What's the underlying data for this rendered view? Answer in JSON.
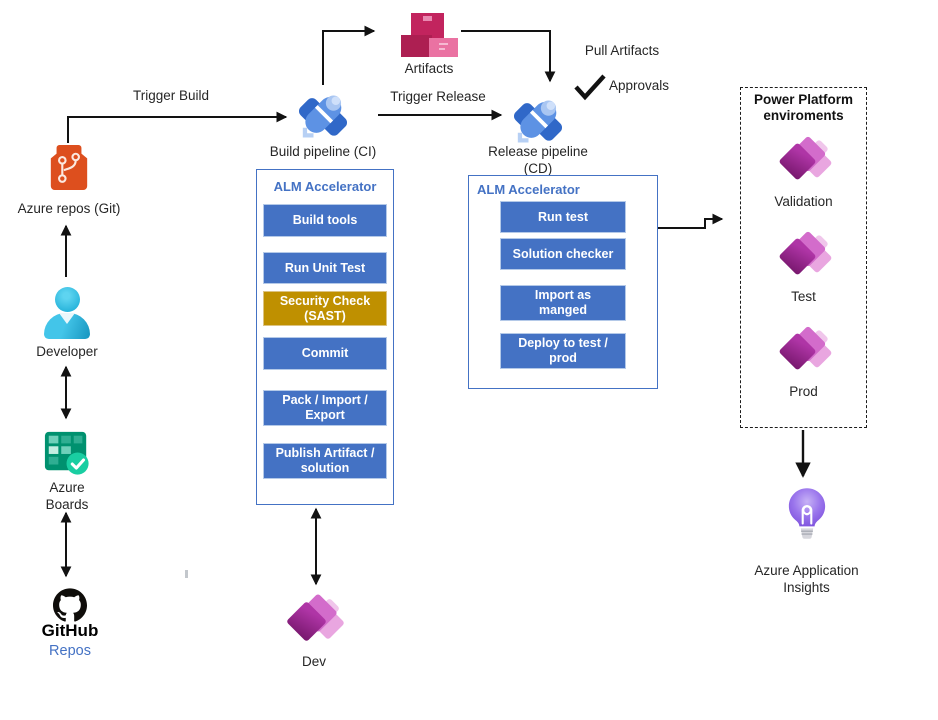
{
  "colors": {
    "accent_blue": "#4472C4",
    "button_blue": "#4472C4",
    "security_gold": "#BF9000",
    "arrow_black": "#141414",
    "repos_orange": "#DD4F1E",
    "developer_cyan": "#2FB9DF",
    "boards_teal": "#00916F",
    "artifacts_pink": "#C2245E",
    "pipeline_blue": "#5D92E4",
    "power_platform_magenta": "#AF35A6",
    "insights_purple": "#8B62E9",
    "github_black": "#0F0D0A"
  },
  "icons": {
    "azure_repos": "git-jar-icon",
    "developer": "person-icon",
    "azure_boards": "kanban-check-icon",
    "github": "octocat-icon",
    "build_pipeline": "rocket-pipeline-icon",
    "release_pipeline": "rocket-pipeline-icon",
    "artifacts": "stacked-boxes-icon",
    "approvals": "checkmark-icon",
    "power_platform_env": "power-platform-diamond-icon",
    "app_insights": "lightbulb-icon"
  },
  "nodes": {
    "azure_repos": {
      "label": "Azure repos (Git)"
    },
    "developer": {
      "label": "Developer"
    },
    "azure_boards": {
      "label_line1": "Azure",
      "label_line2": "Boards"
    },
    "github": {
      "label": "GitHub",
      "sublabel": "Repos"
    },
    "build_pipeline": {
      "label": "Build pipeline (CI)"
    },
    "artifacts": {
      "label": "Artifacts"
    },
    "release_pipeline": {
      "label_line1": "Release pipeline",
      "label_line2": "(CD)"
    },
    "dev_environment": {
      "label": "Dev"
    },
    "app_insights": {
      "label_line1": "Azure Application",
      "label_line2": "Insights"
    }
  },
  "edge_labels": {
    "trigger_build": "Trigger Build",
    "trigger_release": "Trigger Release",
    "pull_artifacts": "Pull Artifacts",
    "approvals": "Approvals"
  },
  "alm_build": {
    "title": "ALM Accelerator",
    "steps": [
      {
        "label": "Build tools",
        "variant": "blue"
      },
      {
        "label": "Run Unit Test",
        "variant": "blue"
      },
      {
        "label": "Security Check (SAST)",
        "variant": "gold"
      },
      {
        "label": "Commit",
        "variant": "blue"
      },
      {
        "label": "Pack / Import / Export",
        "variant": "blue"
      },
      {
        "label": "Publish Artifact / solution",
        "variant": "blue"
      }
    ]
  },
  "alm_release": {
    "title": "ALM Accelerator",
    "steps": [
      {
        "label": "Run test",
        "variant": "blue"
      },
      {
        "label": "Solution checker",
        "variant": "blue"
      },
      {
        "label": "Import as manged",
        "variant": "blue"
      },
      {
        "label": "Deploy to test / prod",
        "variant": "blue"
      }
    ]
  },
  "power_platform": {
    "title_line1": "Power Platform",
    "title_line2": "enviroments",
    "environments": [
      {
        "label": "Validation"
      },
      {
        "label": "Test"
      },
      {
        "label": "Prod"
      }
    ]
  }
}
